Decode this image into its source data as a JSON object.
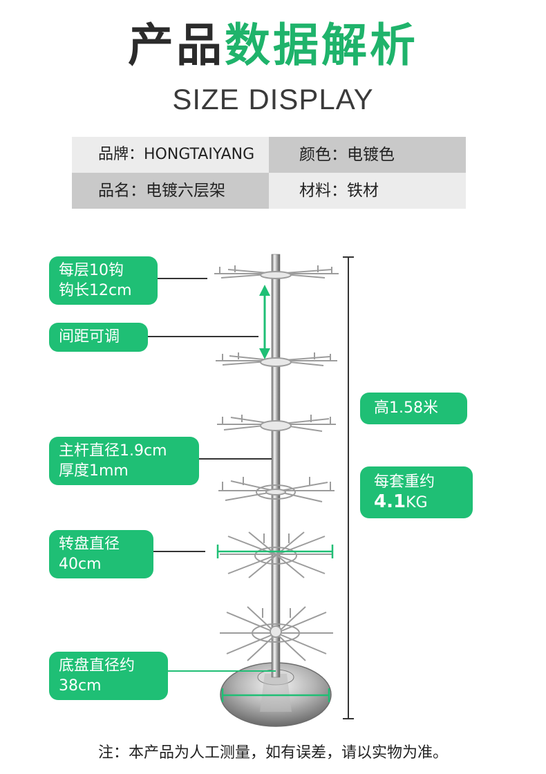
{
  "header": {
    "title_dark": "产品",
    "title_green": "数据解析",
    "subtitle": "SIZE DISPLAY"
  },
  "specs": [
    {
      "left": "品牌：HONGTAIYANG",
      "right": "颜色：电镀色"
    },
    {
      "left": "品名：电镀六层架",
      "right": "材料：铁材"
    }
  ],
  "callouts": {
    "hooks": {
      "line1": "每层10钩",
      "line2": "钩长12cm"
    },
    "spacing": {
      "line1": "间距可调"
    },
    "pole": {
      "line1": "主杆直径1.9cm",
      "line2": "厚度1mm"
    },
    "turntable": {
      "line1": "转盘直径",
      "line2": "40cm"
    },
    "base": {
      "line1": "底盘直径约",
      "line2": "38cm"
    },
    "height": {
      "line1": "高1.58米"
    },
    "weight": {
      "line1": "每套重约",
      "line2_num": "4.1",
      "line2_unit": "KG"
    }
  },
  "colors": {
    "accent_green": "#1fbf75",
    "title_green": "#1fb36b",
    "table_dark": "#c9c9c9",
    "table_light": "#ececec"
  },
  "footer": {
    "note": "注：本产品为人工测量，如有误差，请以实物为准。"
  }
}
